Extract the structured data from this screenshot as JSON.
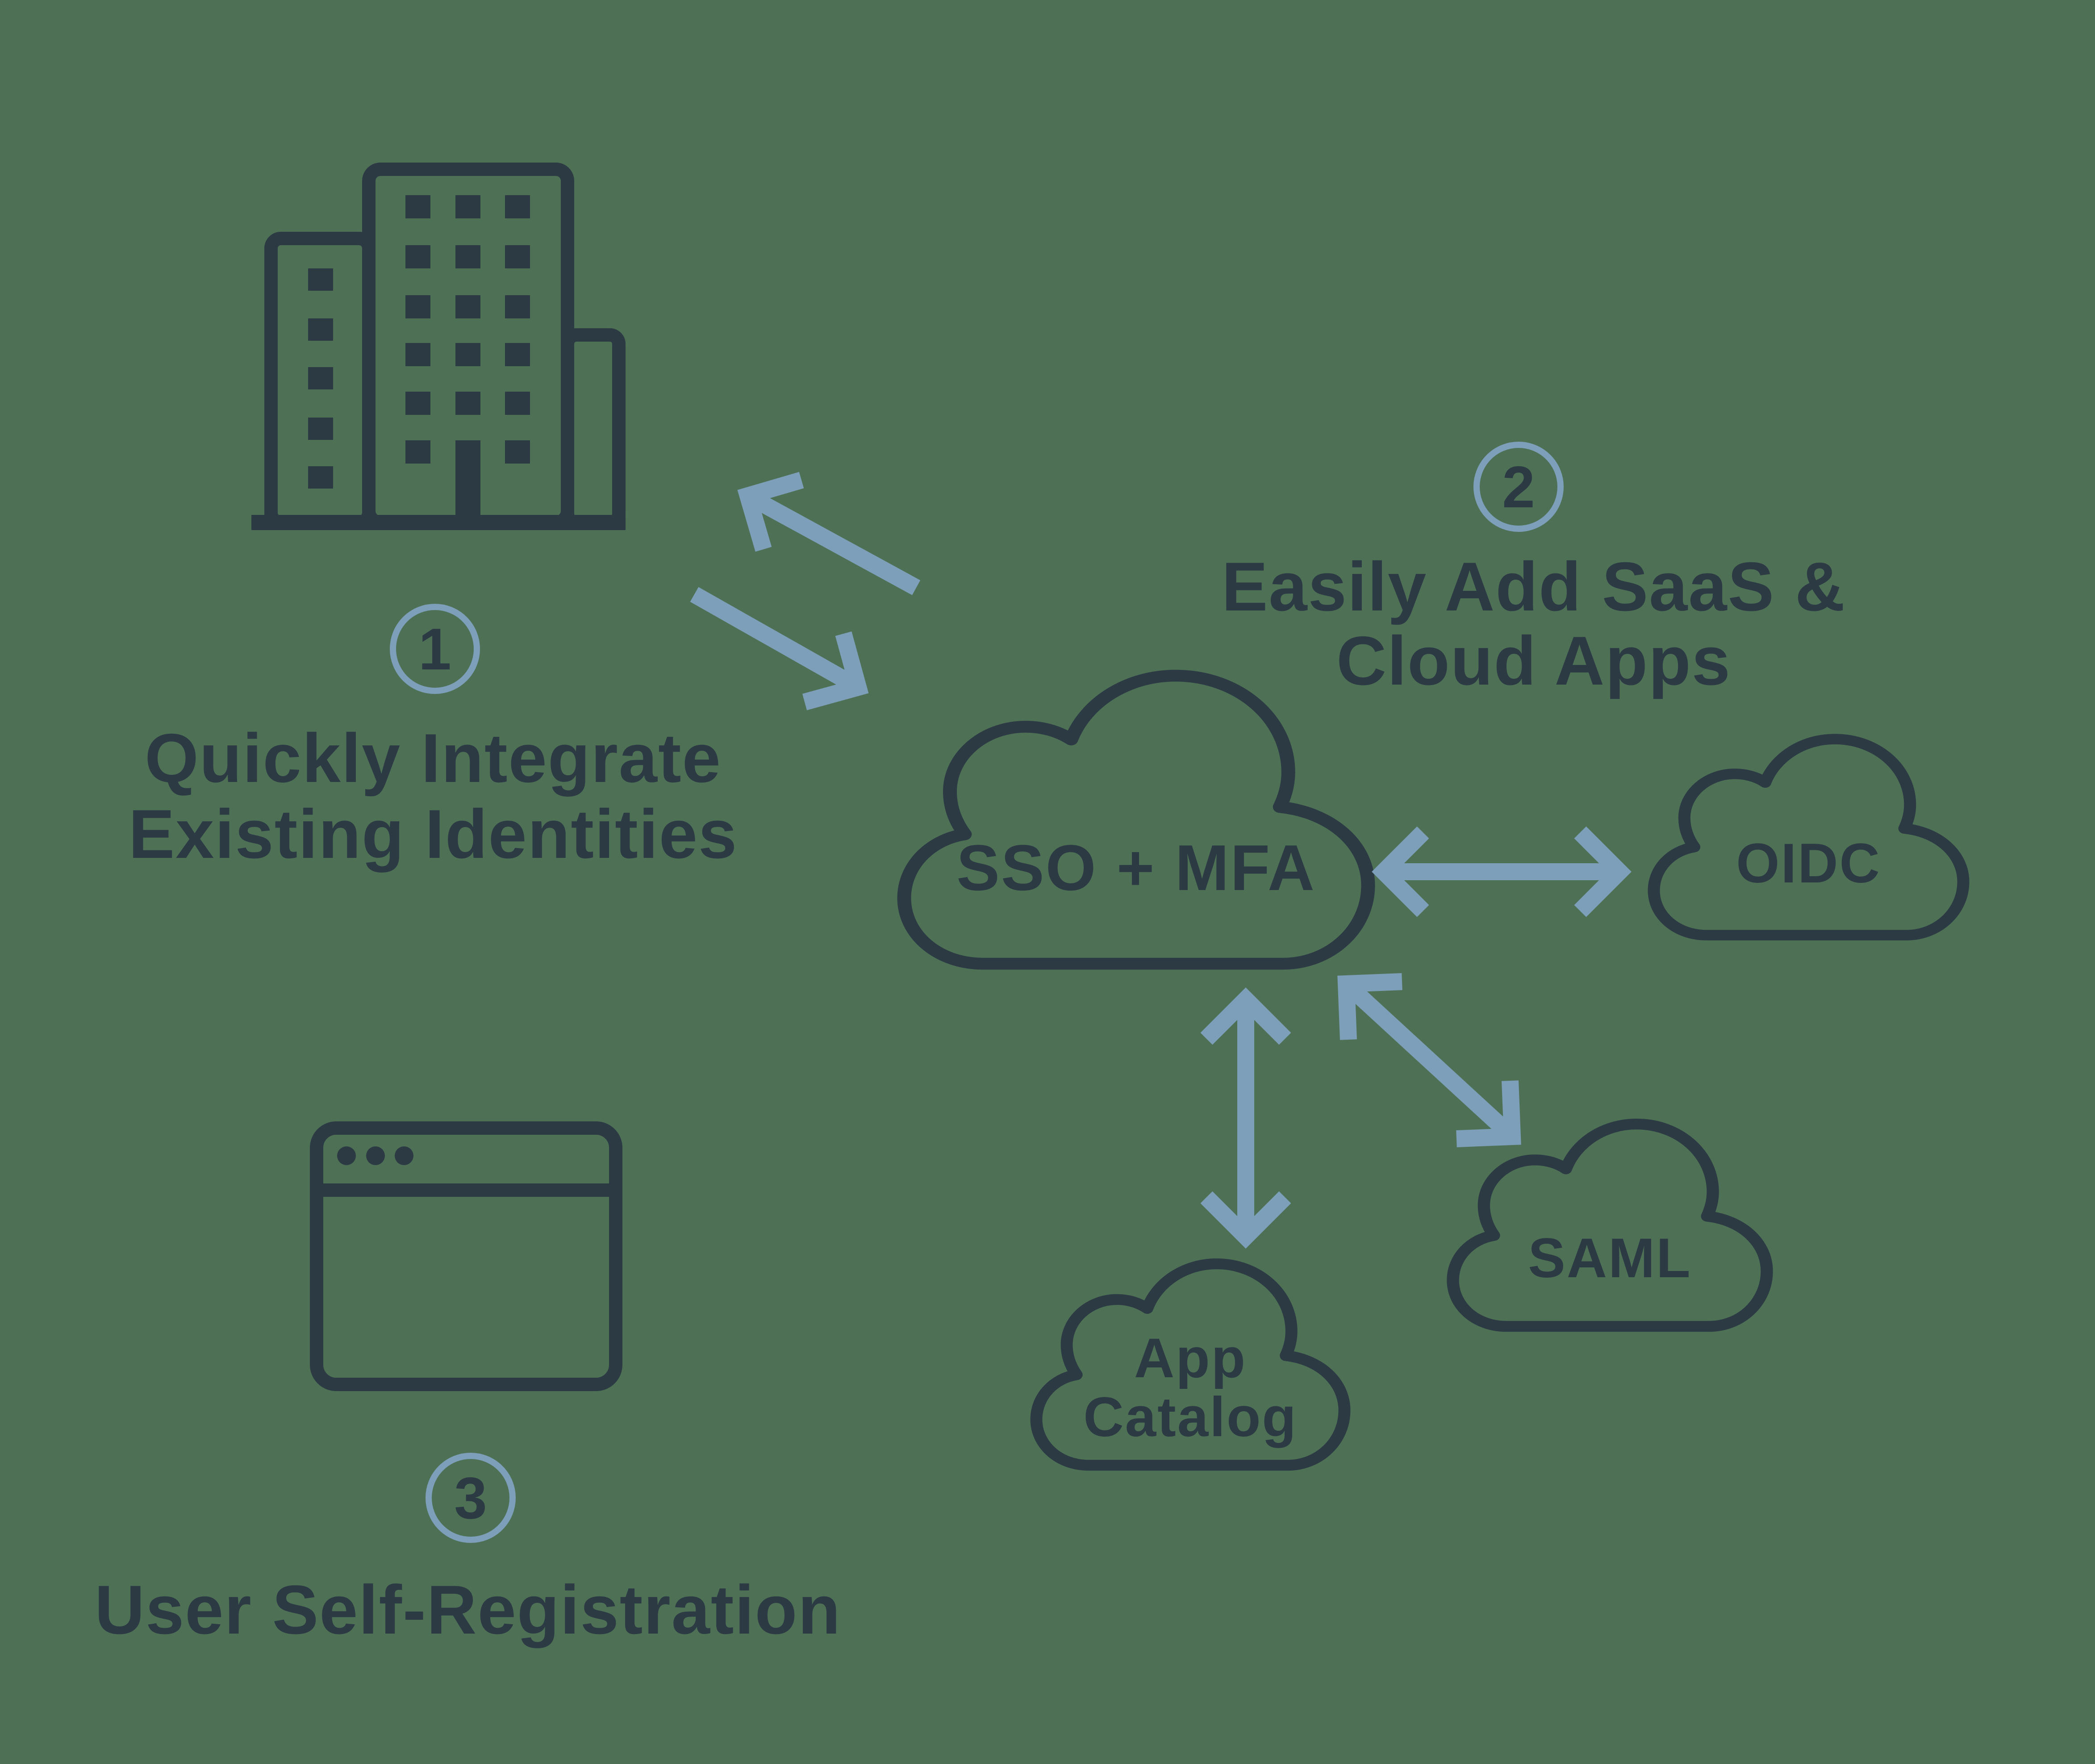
{
  "colors": {
    "bg": "#4E7156",
    "ink": "#2C3A44",
    "accent": "#7D9FBA"
  },
  "steps": [
    {
      "number": "1",
      "line1": "Quickly Integrate",
      "line2": "Existing Identities"
    },
    {
      "number": "2",
      "line1": "Easily Add SaaS &",
      "line2": "Cloud Apps"
    },
    {
      "number": "3",
      "line1": "User Self-Registration"
    }
  ],
  "clouds": {
    "sso": {
      "label": "SSO + MFA"
    },
    "oidc": {
      "label": "OIDC"
    },
    "saml": {
      "label": "SAML"
    },
    "app_catalog": {
      "line1": "App",
      "line2": "Catalog"
    }
  }
}
